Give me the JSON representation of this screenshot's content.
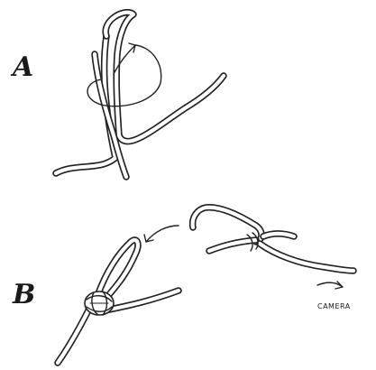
{
  "panels": [
    {
      "label": "A"
    },
    {
      "label": "B",
      "annotation": "CAMERA"
    }
  ]
}
